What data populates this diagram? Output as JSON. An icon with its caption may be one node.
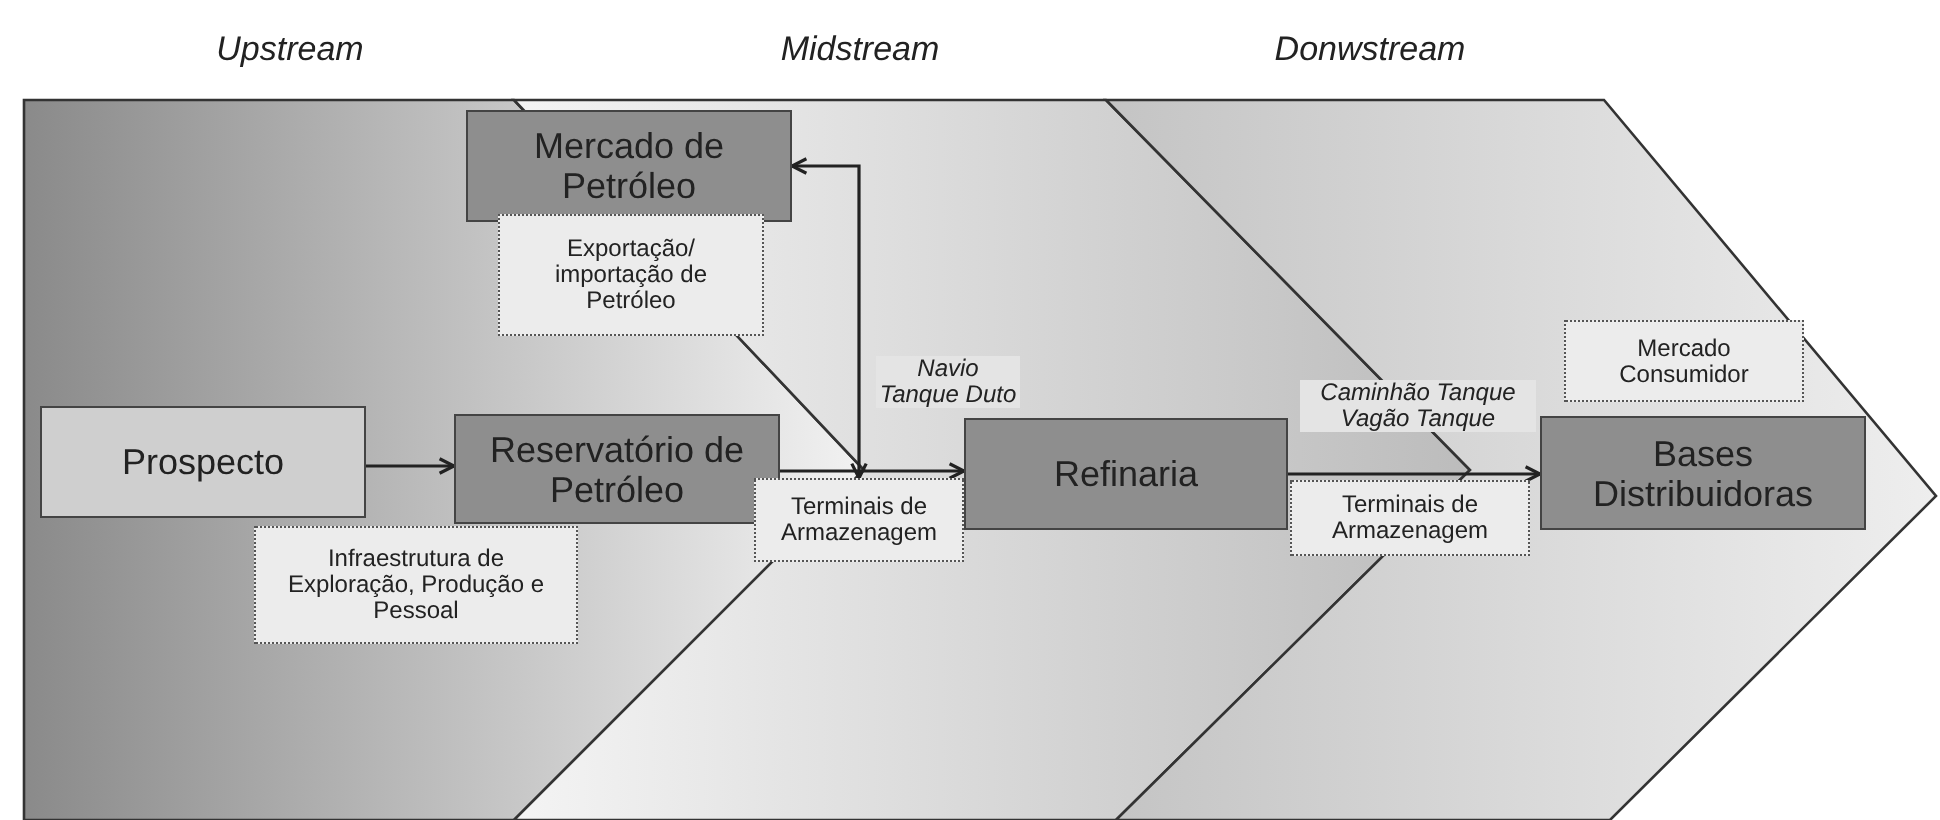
{
  "diagram": {
    "nodes": [
      {
        "text": [
          "Mercado de Petróleo"
        ]
      },
      {
        "text": [
          "Exportação/ importação de Petróleo"
        ]
      },
      {
        "text": [
          "Prospecto"
        ]
      },
      {
        "text": [
          "Reservatório de Petróleo"
        ]
      },
      {
        "text": [
          "Infraestrutura de Exploração, Produção e Pessoal"
        ]
      },
      {
        "text": [
          "Terminais de Armazenagem"
        ]
      },
      {
        "text": [
          "Refinaria"
        ]
      },
      {
        "text": [
          "Mercado Consumidor"
        ]
      },
      {
        "text": [
          "Terminais de Armazenagem"
        ]
      },
      {
        "text": [
          "Bases Distribuidoras"
        ]
      }
    ],
    "edges": [
      {
        "from": 2,
        "to": 3,
        "arrow": "to"
      },
      {
        "from": 0,
        "to": 5,
        "arrow": "both"
      },
      {
        "from": 3,
        "to": 6,
        "arrow": "to",
        "label": "Navio Tanque Duto"
      },
      {
        "from": 6,
        "to": 9,
        "arrow": "to",
        "label": "Caminhão Tanque Vagão Tanque"
      }
    ],
    "labels": [
      "Upstream",
      "Midstream",
      "Donwstream"
    ]
  }
}
